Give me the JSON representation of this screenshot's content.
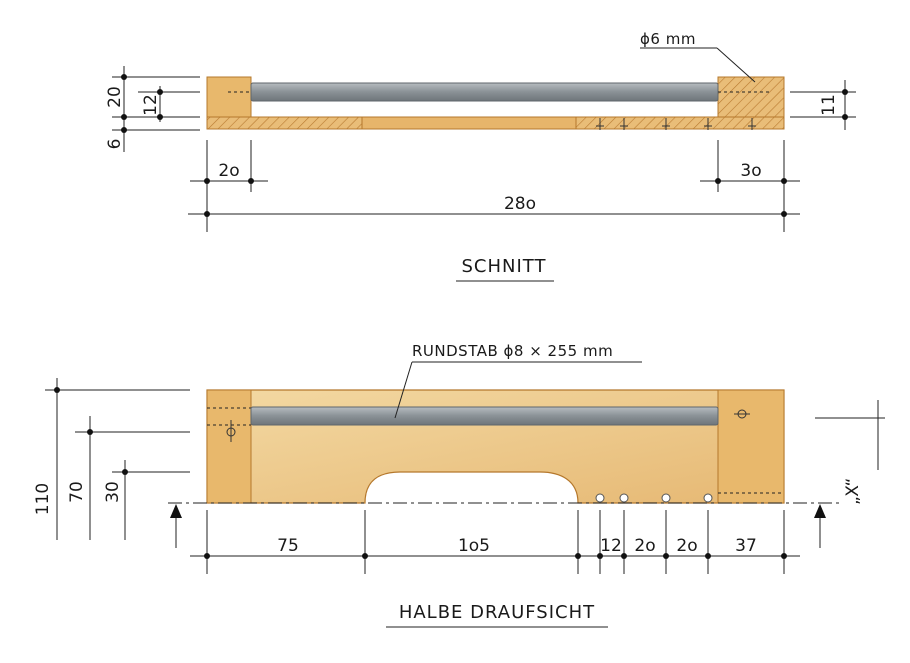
{
  "section_view": {
    "title": "SCHNITT",
    "dowel_label": "ϕ6 mm",
    "dims": {
      "height_total": "20",
      "height_groove": "12",
      "base_thickness": "6",
      "right_height": "11",
      "left_width": "2o",
      "right_width": "3o",
      "total_length": "28o"
    }
  },
  "plan_view": {
    "title": "HALBE DRAUFSICHT",
    "rod_label": "RUNDSTAB ϕ8 × 255 mm",
    "section_mark": "„X“",
    "dims": {
      "depth_total": "110",
      "depth_rod": "70",
      "depth_cutout": "30",
      "seg_1": "75",
      "seg_2": "1o5",
      "seg_3": "12",
      "seg_4": "2o",
      "seg_5": "2o",
      "seg_6": "37"
    }
  },
  "colors": {
    "wood": "#e6b873",
    "wood_light": "#f0d39a",
    "wood_edge": "#c98a3a",
    "rod": "#8d9499",
    "ink": "#1a1a1a"
  }
}
